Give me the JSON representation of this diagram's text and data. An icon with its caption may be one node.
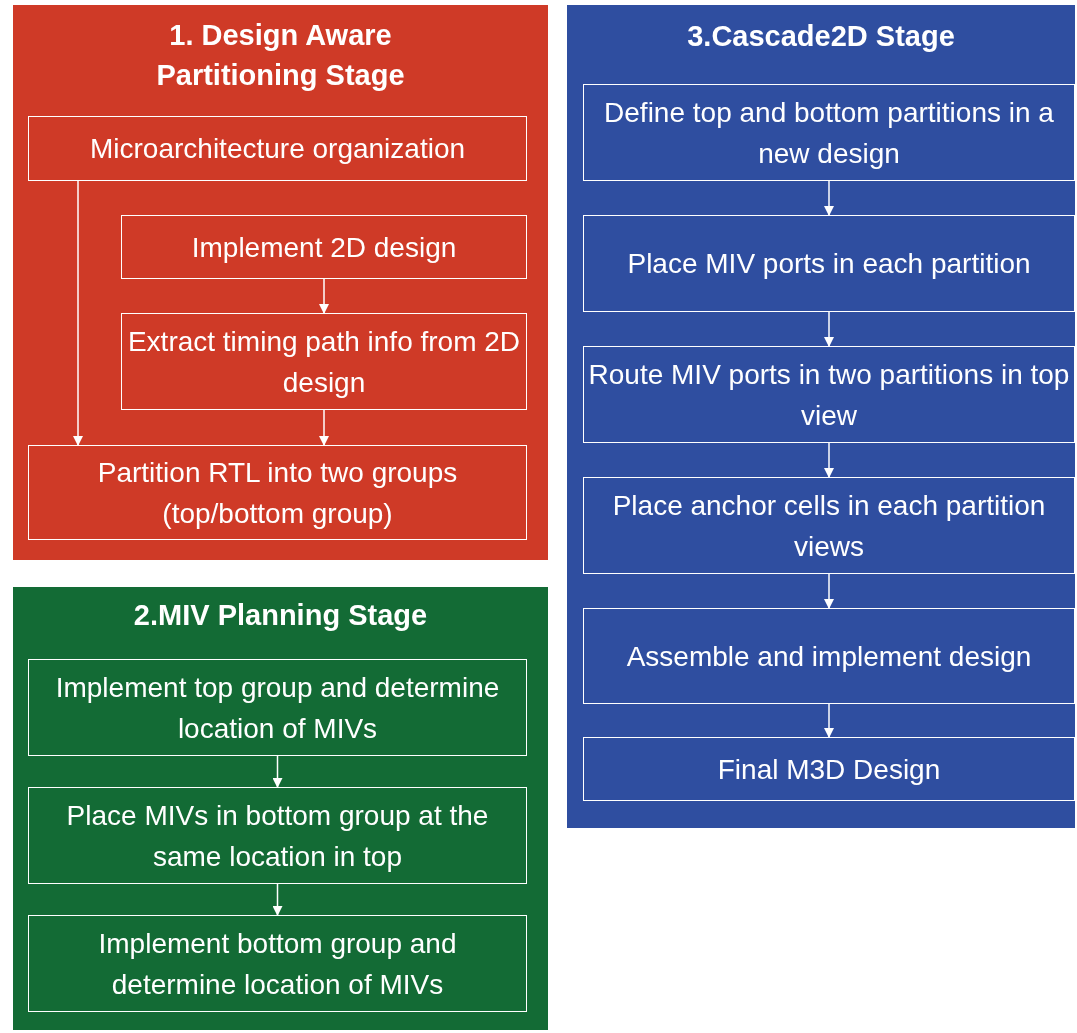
{
  "diagram": {
    "nodes": [
      {
        "text": [
          "1. Design Aware Partitioning Stage"
        ]
      },
      {
        "text": [
          "Microarchitecture organization"
        ],
        "in": 0
      },
      {
        "text": [
          "Implement 2D design"
        ],
        "in": 0
      },
      {
        "text": [
          "Extract timing path info from 2D design"
        ],
        "in": 0
      },
      {
        "text": [
          "Partition RTL into two groups (top/bottom group)"
        ],
        "in": 0
      },
      {
        "text": [
          "2.MIV Planning Stage"
        ]
      },
      {
        "text": [
          "Implement top group and determine location of MIVs"
        ],
        "in": 5
      },
      {
        "text": [
          "Place MIVs in bottom group at the same location in top"
        ],
        "in": 5
      },
      {
        "text": [
          "Implement bottom group and determine location of MIVs"
        ],
        "in": 5
      },
      {
        "text": [
          "3.Cascade2D Stage"
        ]
      },
      {
        "text": [
          "Define top and bottom partitions in a new design"
        ],
        "in": 9
      },
      {
        "text": [
          "Place MIV ports in each partition"
        ],
        "in": 9
      },
      {
        "text": [
          "Route MIV ports in two partitions in top view"
        ],
        "in": 9
      },
      {
        "text": [
          "Place anchor cells in each partition views"
        ],
        "in": 9
      },
      {
        "text": [
          "Assemble and implement design"
        ],
        "in": 9
      },
      {
        "text": [
          "Final M3D Design"
        ],
        "in": 9
      }
    ],
    "edges": [
      {
        "from": 1,
        "to": 4,
        "arrow": "to"
      },
      {
        "from": 2,
        "to": 3,
        "arrow": "to"
      },
      {
        "from": 3,
        "to": 4,
        "arrow": "to"
      },
      {
        "from": 6,
        "to": 7,
        "arrow": "to"
      },
      {
        "from": 7,
        "to": 8,
        "arrow": "to"
      },
      {
        "from": 10,
        "to": 11,
        "arrow": "to"
      },
      {
        "from": 11,
        "to": 12,
        "arrow": "to"
      },
      {
        "from": 12,
        "to": 13,
        "arrow": "to"
      },
      {
        "from": 13,
        "to": 14,
        "arrow": "to"
      },
      {
        "from": 14,
        "to": 15,
        "arrow": "to"
      }
    ]
  }
}
